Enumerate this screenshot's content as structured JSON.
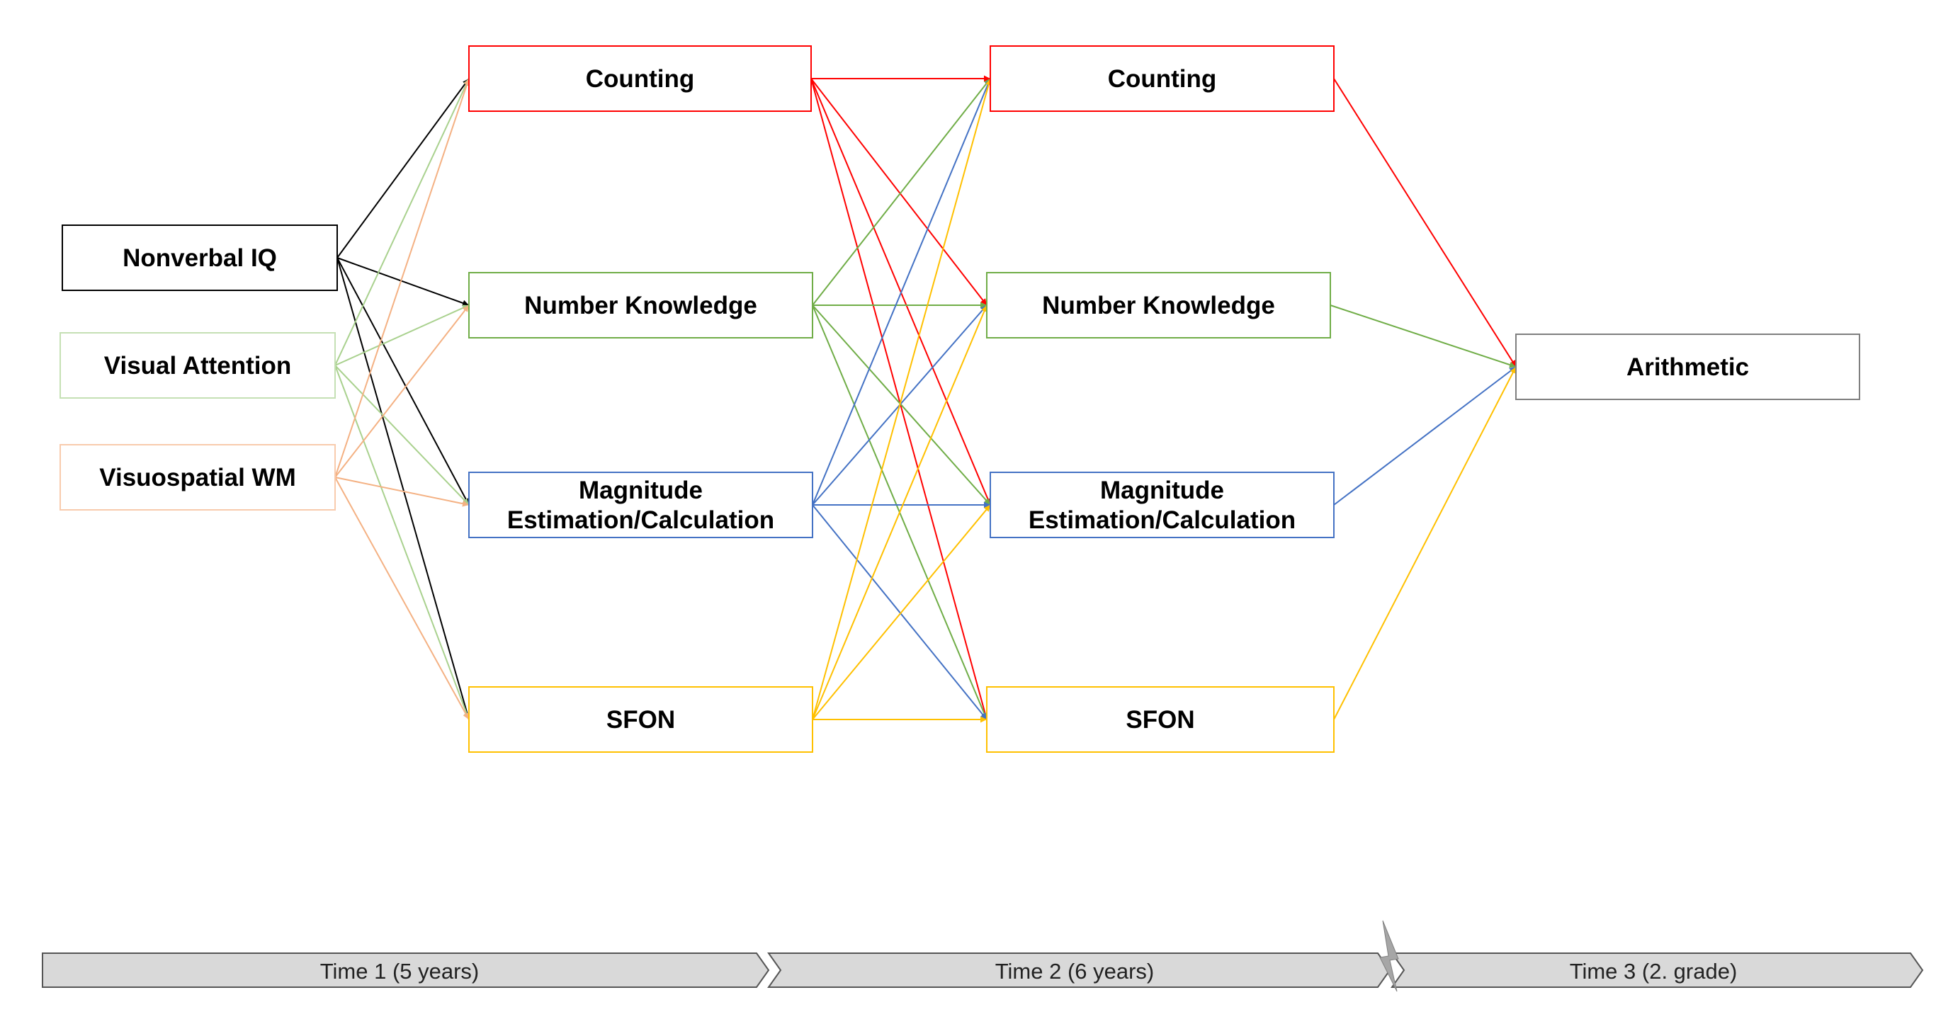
{
  "colors": {
    "black": "#000000",
    "green": "#70ad47",
    "orange": "#f4b183",
    "red": "#ff0000",
    "blue": "#4472c4",
    "yellow": "#ffc000",
    "timeline_fill": "#d9d9d9",
    "timeline_stroke": "#555555"
  },
  "nodes": {
    "nonverbal_iq": {
      "lines": [
        "Nonverbal IQ"
      ],
      "color": "#000000"
    },
    "visual_attention": {
      "lines": [
        "Visual Attention"
      ],
      "color": "#c5e0b4"
    },
    "visuospatial_wm": {
      "lines": [
        "Visuospatial WM"
      ],
      "color": "#f8cbad"
    },
    "t1_counting": {
      "lines": [
        "Counting"
      ],
      "color": "#ff0000"
    },
    "t1_number_knowledge": {
      "lines": [
        "Number Knowledge"
      ],
      "color": "#70ad47"
    },
    "t1_magnitude": {
      "lines": [
        "Magnitude",
        "Estimation/Calculation"
      ],
      "color": "#4472c4"
    },
    "t1_sfon": {
      "lines": [
        "SFON"
      ],
      "color": "#ffc000"
    },
    "t2_counting": {
      "lines": [
        "Counting"
      ],
      "color": "#ff0000"
    },
    "t2_number_knowledge": {
      "lines": [
        "Number Knowledge"
      ],
      "color": "#70ad47"
    },
    "t2_magnitude": {
      "lines": [
        "Magnitude",
        "Estimation/Calculation"
      ],
      "color": "#4472c4"
    },
    "t2_sfon": {
      "lines": [
        "SFON"
      ],
      "color": "#ffc000"
    },
    "arithmetic": {
      "lines": [
        "Arithmetic"
      ],
      "color": "#7f7f7f"
    }
  },
  "edges": [
    {
      "from": "nonverbal_iq",
      "to": "t1_counting",
      "color": "#000000"
    },
    {
      "from": "nonverbal_iq",
      "to": "t1_number_knowledge",
      "color": "#000000"
    },
    {
      "from": "nonverbal_iq",
      "to": "t1_magnitude",
      "color": "#000000"
    },
    {
      "from": "nonverbal_iq",
      "to": "t1_sfon",
      "color": "#000000"
    },
    {
      "from": "visual_attention",
      "to": "t1_counting",
      "color": "#a9d18e"
    },
    {
      "from": "visual_attention",
      "to": "t1_number_knowledge",
      "color": "#a9d18e"
    },
    {
      "from": "visual_attention",
      "to": "t1_magnitude",
      "color": "#a9d18e"
    },
    {
      "from": "visual_attention",
      "to": "t1_sfon",
      "color": "#a9d18e"
    },
    {
      "from": "visuospatial_wm",
      "to": "t1_counting",
      "color": "#f4b183"
    },
    {
      "from": "visuospatial_wm",
      "to": "t1_number_knowledge",
      "color": "#f4b183"
    },
    {
      "from": "visuospatial_wm",
      "to": "t1_magnitude",
      "color": "#f4b183"
    },
    {
      "from": "visuospatial_wm",
      "to": "t1_sfon",
      "color": "#f4b183"
    },
    {
      "from": "t1_counting",
      "to": "t2_counting",
      "color": "#ff0000"
    },
    {
      "from": "t1_counting",
      "to": "t2_number_knowledge",
      "color": "#ff0000"
    },
    {
      "from": "t1_counting",
      "to": "t2_magnitude",
      "color": "#ff0000"
    },
    {
      "from": "t1_counting",
      "to": "t2_sfon",
      "color": "#ff0000"
    },
    {
      "from": "t1_number_knowledge",
      "to": "t2_counting",
      "color": "#70ad47"
    },
    {
      "from": "t1_number_knowledge",
      "to": "t2_number_knowledge",
      "color": "#70ad47"
    },
    {
      "from": "t1_number_knowledge",
      "to": "t2_magnitude",
      "color": "#70ad47"
    },
    {
      "from": "t1_number_knowledge",
      "to": "t2_sfon",
      "color": "#70ad47"
    },
    {
      "from": "t1_magnitude",
      "to": "t2_counting",
      "color": "#4472c4"
    },
    {
      "from": "t1_magnitude",
      "to": "t2_number_knowledge",
      "color": "#4472c4"
    },
    {
      "from": "t1_magnitude",
      "to": "t2_magnitude",
      "color": "#4472c4"
    },
    {
      "from": "t1_magnitude",
      "to": "t2_sfon",
      "color": "#4472c4"
    },
    {
      "from": "t1_sfon",
      "to": "t2_counting",
      "color": "#ffc000"
    },
    {
      "from": "t1_sfon",
      "to": "t2_number_knowledge",
      "color": "#ffc000"
    },
    {
      "from": "t1_sfon",
      "to": "t2_magnitude",
      "color": "#ffc000"
    },
    {
      "from": "t1_sfon",
      "to": "t2_sfon",
      "color": "#ffc000"
    },
    {
      "from": "t2_counting",
      "to": "arithmetic",
      "color": "#ff0000"
    },
    {
      "from": "t2_number_knowledge",
      "to": "arithmetic",
      "color": "#70ad47"
    },
    {
      "from": "t2_magnitude",
      "to": "arithmetic",
      "color": "#4472c4"
    },
    {
      "from": "t2_sfon",
      "to": "arithmetic",
      "color": "#ffc000"
    }
  ],
  "timeline": [
    {
      "label": "Time 1 (5 years)"
    },
    {
      "label": "Time 2 (6 years)"
    },
    {
      "label": "Time 3 (2. grade)"
    }
  ]
}
